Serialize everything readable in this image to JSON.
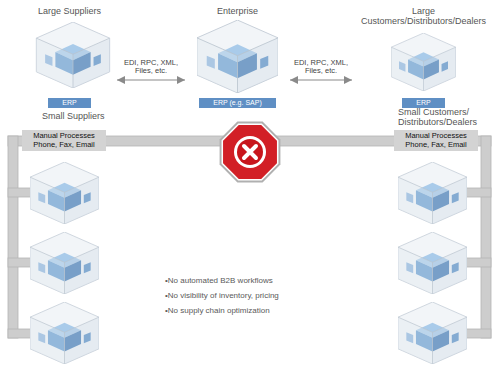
{
  "diagram": {
    "nodes": [
      {
        "text": [
          "Large Suppliers",
          "ERP"
        ]
      },
      {
        "text": [
          "Enterprise",
          "ERP (e.g. SAP)"
        ]
      },
      {
        "text": [
          "Large Customers/Distributors/Dealers",
          "ERP"
        ]
      },
      {
        "text": [
          "Manual Processes Phone, Fax, Email"
        ]
      },
      {
        "text": [
          "Manual Processes Phone, Fax, Email"
        ]
      }
    ],
    "edges": [
      {
        "from": 0,
        "to": 1,
        "arrow": "both",
        "label": "EDI, RPC, XML, Files, etc."
      },
      {
        "from": 1,
        "to": 2,
        "arrow": "both",
        "label": "EDI, RPC, XML, Files, etc."
      }
    ],
    "labels": [
      "Small Suppliers",
      "Small Customers/ Distributors/Dealers",
      "•No automated B2B workflows",
      "•No visibility of inventory, pricing",
      "•No supply chain optimization"
    ]
  }
}
